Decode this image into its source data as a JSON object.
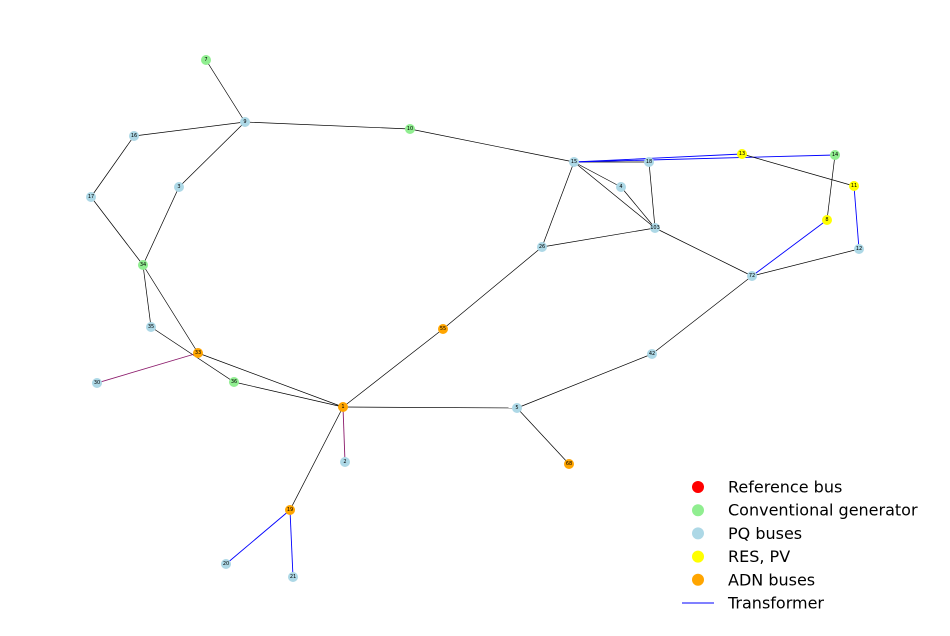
{
  "colors": {
    "reference": "#ff0000",
    "conventional": "#90ee90",
    "pq": "#add8e6",
    "res": "#ffff00",
    "adn": "#ffa500",
    "line": "#000000",
    "transformer": "#0000ff",
    "special": "#8b1a6b"
  },
  "nodes": [
    {
      "id": "7",
      "type": "conventional"
    },
    {
      "id": "9",
      "type": "pq"
    },
    {
      "id": "16",
      "type": "pq"
    },
    {
      "id": "10",
      "type": "conventional"
    },
    {
      "id": "17",
      "type": "pq"
    },
    {
      "id": "3",
      "type": "pq"
    },
    {
      "id": "34",
      "type": "conventional"
    },
    {
      "id": "35",
      "type": "pq"
    },
    {
      "id": "33",
      "type": "adn"
    },
    {
      "id": "30",
      "type": "pq"
    },
    {
      "id": "36",
      "type": "conventional"
    },
    {
      "id": "1",
      "type": "adn"
    },
    {
      "id": "2",
      "type": "pq"
    },
    {
      "id": "19",
      "type": "adn"
    },
    {
      "id": "20",
      "type": "pq"
    },
    {
      "id": "21",
      "type": "pq"
    },
    {
      "id": "55",
      "type": "adn"
    },
    {
      "id": "26",
      "type": "pq"
    },
    {
      "id": "15",
      "type": "pq"
    },
    {
      "id": "18",
      "type": "pq"
    },
    {
      "id": "4",
      "type": "pq"
    },
    {
      "id": "103",
      "type": "pq"
    },
    {
      "id": "13",
      "type": "res"
    },
    {
      "id": "14",
      "type": "conventional"
    },
    {
      "id": "11",
      "type": "res"
    },
    {
      "id": "8",
      "type": "res"
    },
    {
      "id": "12",
      "type": "pq"
    },
    {
      "id": "72",
      "type": "pq"
    },
    {
      "id": "42",
      "type": "pq"
    },
    {
      "id": "5",
      "type": "pq"
    },
    {
      "id": "68",
      "type": "adn"
    }
  ],
  "edges": [
    {
      "from": "7",
      "to": "9",
      "type": "line"
    },
    {
      "from": "9",
      "to": "16",
      "type": "line"
    },
    {
      "from": "9",
      "to": "10",
      "type": "line"
    },
    {
      "from": "9",
      "to": "3",
      "type": "line"
    },
    {
      "from": "16",
      "to": "17",
      "type": "line"
    },
    {
      "from": "17",
      "to": "34",
      "type": "line"
    },
    {
      "from": "3",
      "to": "34",
      "type": "line"
    },
    {
      "from": "34",
      "to": "35",
      "type": "line"
    },
    {
      "from": "34",
      "to": "33",
      "type": "line"
    },
    {
      "from": "35",
      "to": "36",
      "type": "line"
    },
    {
      "from": "33",
      "to": "30",
      "type": "special"
    },
    {
      "from": "33",
      "to": "1",
      "type": "line"
    },
    {
      "from": "36",
      "to": "1",
      "type": "line"
    },
    {
      "from": "1",
      "to": "2",
      "type": "special"
    },
    {
      "from": "1",
      "to": "19",
      "type": "line"
    },
    {
      "from": "19",
      "to": "20",
      "type": "transformer"
    },
    {
      "from": "19",
      "to": "21",
      "type": "transformer"
    },
    {
      "from": "1",
      "to": "55",
      "type": "line"
    },
    {
      "from": "55",
      "to": "26",
      "type": "line"
    },
    {
      "from": "1",
      "to": "5",
      "type": "line"
    },
    {
      "from": "5",
      "to": "68",
      "type": "line"
    },
    {
      "from": "5",
      "to": "42",
      "type": "line"
    },
    {
      "from": "42",
      "to": "72",
      "type": "line"
    },
    {
      "from": "10",
      "to": "15",
      "type": "line"
    },
    {
      "from": "15",
      "to": "26",
      "type": "line"
    },
    {
      "from": "26",
      "to": "103",
      "type": "line"
    },
    {
      "from": "15",
      "to": "18",
      "type": "line"
    },
    {
      "from": "15",
      "to": "4",
      "type": "line"
    },
    {
      "from": "15",
      "to": "103",
      "type": "line"
    },
    {
      "from": "18",
      "to": "103",
      "type": "line"
    },
    {
      "from": "4",
      "to": "103",
      "type": "line"
    },
    {
      "from": "15",
      "to": "13",
      "type": "transformer"
    },
    {
      "from": "15",
      "to": "14",
      "type": "transformer"
    },
    {
      "from": "13",
      "to": "11",
      "type": "line"
    },
    {
      "from": "14",
      "to": "8",
      "type": "line"
    },
    {
      "from": "11",
      "to": "12",
      "type": "transformer"
    },
    {
      "from": "8",
      "to": "72",
      "type": "transformer"
    },
    {
      "from": "103",
      "to": "72",
      "type": "line"
    },
    {
      "from": "12",
      "to": "72",
      "type": "line"
    }
  ],
  "legend": [
    {
      "label": "Reference bus",
      "kind": "marker",
      "color_key": "reference"
    },
    {
      "label": "Conventional generator",
      "kind": "marker",
      "color_key": "conventional"
    },
    {
      "label": "PQ buses",
      "kind": "marker",
      "color_key": "pq"
    },
    {
      "label": "RES, PV",
      "kind": "marker",
      "color_key": "res"
    },
    {
      "label": "ADN buses",
      "kind": "marker",
      "color_key": "adn"
    },
    {
      "label": "Transformer",
      "kind": "line",
      "color_key": "transformer"
    }
  ]
}
